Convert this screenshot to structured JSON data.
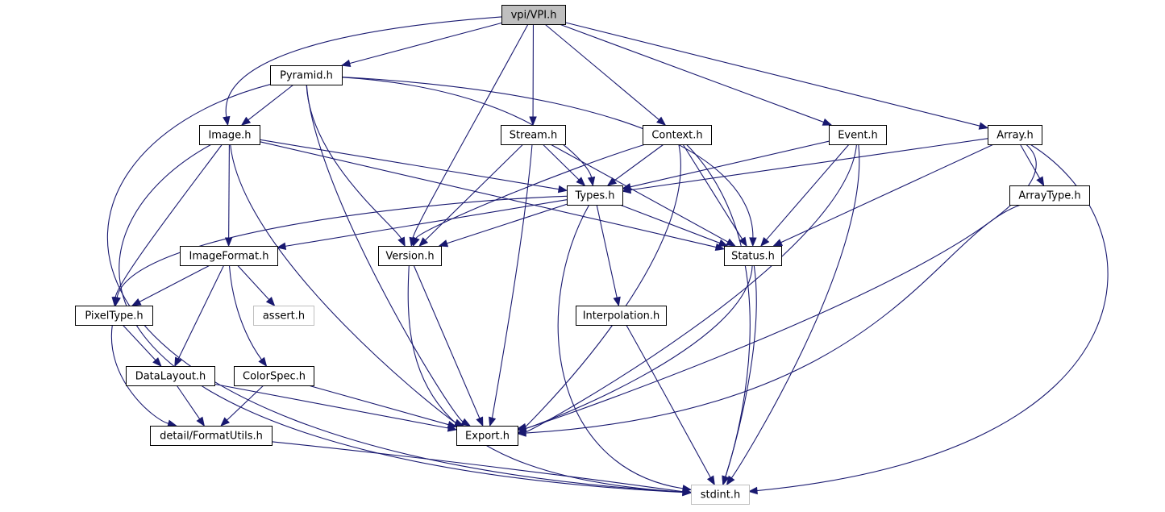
{
  "diagram": {
    "type": "include-dependency-graph",
    "edge_color": "#191970",
    "root_fill": "#bfbfbf",
    "external_border": "#bfbfbf",
    "nodes": [
      {
        "id": "vpi",
        "label": "vpi/VPI.h",
        "kind": "root"
      },
      {
        "id": "pyramid",
        "label": "Pyramid.h",
        "kind": "header"
      },
      {
        "id": "image",
        "label": "Image.h",
        "kind": "header"
      },
      {
        "id": "stream",
        "label": "Stream.h",
        "kind": "header"
      },
      {
        "id": "context",
        "label": "Context.h",
        "kind": "header"
      },
      {
        "id": "event",
        "label": "Event.h",
        "kind": "header"
      },
      {
        "id": "array",
        "label": "Array.h",
        "kind": "header"
      },
      {
        "id": "types",
        "label": "Types.h",
        "kind": "header"
      },
      {
        "id": "arraytype",
        "label": "ArrayType.h",
        "kind": "header"
      },
      {
        "id": "imageformat",
        "label": "ImageFormat.h",
        "kind": "header"
      },
      {
        "id": "version",
        "label": "Version.h",
        "kind": "header"
      },
      {
        "id": "status",
        "label": "Status.h",
        "kind": "header"
      },
      {
        "id": "pixeltype",
        "label": "PixelType.h",
        "kind": "header"
      },
      {
        "id": "assert",
        "label": "assert.h",
        "kind": "external"
      },
      {
        "id": "interpolation",
        "label": "Interpolation.h",
        "kind": "header"
      },
      {
        "id": "datalayout",
        "label": "DataLayout.h",
        "kind": "header"
      },
      {
        "id": "colorspec",
        "label": "ColorSpec.h",
        "kind": "header"
      },
      {
        "id": "formatutils",
        "label": "detail/FormatUtils.h",
        "kind": "header"
      },
      {
        "id": "export",
        "label": "Export.h",
        "kind": "header"
      },
      {
        "id": "stdint",
        "label": "stdint.h",
        "kind": "external"
      }
    ],
    "edges": [
      [
        "vpi",
        "pyramid"
      ],
      [
        "vpi",
        "image"
      ],
      [
        "vpi",
        "stream"
      ],
      [
        "vpi",
        "context"
      ],
      [
        "vpi",
        "event"
      ],
      [
        "vpi",
        "array"
      ],
      [
        "vpi",
        "version"
      ],
      [
        "pyramid",
        "image"
      ],
      [
        "pyramid",
        "types"
      ],
      [
        "pyramid",
        "status"
      ],
      [
        "pyramid",
        "version"
      ],
      [
        "pyramid",
        "export"
      ],
      [
        "pyramid",
        "stdint"
      ],
      [
        "image",
        "types"
      ],
      [
        "image",
        "status"
      ],
      [
        "image",
        "imageformat"
      ],
      [
        "image",
        "pixeltype"
      ],
      [
        "image",
        "export"
      ],
      [
        "image",
        "stdint"
      ],
      [
        "stream",
        "types"
      ],
      [
        "stream",
        "status"
      ],
      [
        "stream",
        "version"
      ],
      [
        "stream",
        "export"
      ],
      [
        "context",
        "types"
      ],
      [
        "context",
        "status"
      ],
      [
        "context",
        "version"
      ],
      [
        "context",
        "export"
      ],
      [
        "context",
        "stdint"
      ],
      [
        "event",
        "types"
      ],
      [
        "event",
        "status"
      ],
      [
        "event",
        "export"
      ],
      [
        "event",
        "stdint"
      ],
      [
        "array",
        "types"
      ],
      [
        "array",
        "status"
      ],
      [
        "array",
        "arraytype"
      ],
      [
        "array",
        "export"
      ],
      [
        "array",
        "stdint"
      ],
      [
        "types",
        "imageformat"
      ],
      [
        "types",
        "pixeltype"
      ],
      [
        "types",
        "version"
      ],
      [
        "types",
        "status"
      ],
      [
        "types",
        "interpolation"
      ],
      [
        "types",
        "stdint"
      ],
      [
        "arraytype",
        "export"
      ],
      [
        "imageformat",
        "pixeltype"
      ],
      [
        "imageformat",
        "assert"
      ],
      [
        "imageformat",
        "datalayout"
      ],
      [
        "imageformat",
        "colorspec"
      ],
      [
        "version",
        "export"
      ],
      [
        "version",
        "stdint"
      ],
      [
        "status",
        "export"
      ],
      [
        "status",
        "stdint"
      ],
      [
        "pixeltype",
        "datalayout"
      ],
      [
        "pixeltype",
        "formatutils"
      ],
      [
        "interpolation",
        "stdint"
      ],
      [
        "datalayout",
        "formatutils"
      ],
      [
        "datalayout",
        "export"
      ],
      [
        "colorspec",
        "formatutils"
      ],
      [
        "colorspec",
        "export"
      ],
      [
        "formatutils",
        "stdint"
      ]
    ]
  }
}
